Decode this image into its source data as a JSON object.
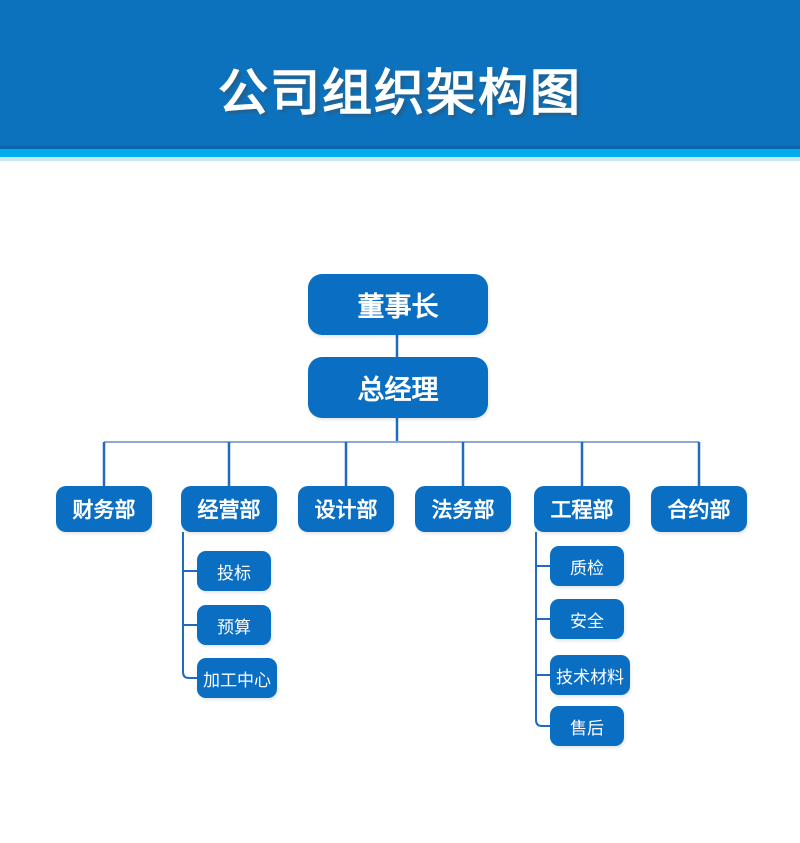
{
  "header": {
    "title": "公司组织架构图"
  },
  "colors": {
    "banner": "#0d72bd",
    "banner_edge": "#0a65a9",
    "strip_cyan": "#00aeef",
    "strip_pale": "#c9e8f8",
    "node_fill": "#0a6ec3",
    "node_text": "#ffffff",
    "connector": "#1e6bc0",
    "connector_bus": "#8fa8d2"
  },
  "org": {
    "root": {
      "label": "董事长"
    },
    "manager": {
      "label": "总经理"
    },
    "departments": [
      {
        "label": "财务部",
        "children": []
      },
      {
        "label": "经营部",
        "children": [
          {
            "label": "投标"
          },
          {
            "label": "预算"
          },
          {
            "label": "加工中心"
          }
        ]
      },
      {
        "label": "设计部",
        "children": []
      },
      {
        "label": "法务部",
        "children": []
      },
      {
        "label": "工程部",
        "children": [
          {
            "label": "质检"
          },
          {
            "label": "安全"
          },
          {
            "label": "技术材料"
          },
          {
            "label": "售后"
          }
        ]
      },
      {
        "label": "合约部",
        "children": []
      }
    ]
  }
}
